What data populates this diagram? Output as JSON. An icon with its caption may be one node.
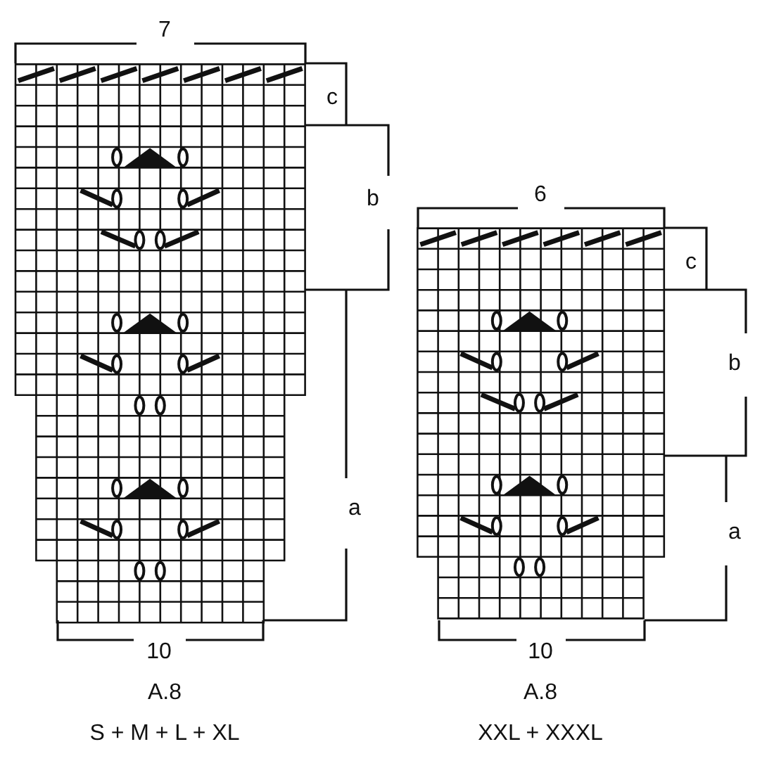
{
  "diagram": {
    "labels": [
      "7",
      "c",
      "b",
      "6",
      "c",
      "b",
      "a",
      "a",
      "10",
      "10",
      "A.8",
      "A.8",
      "S + M + L + XL",
      "XXL + XXXL"
    ]
  }
}
